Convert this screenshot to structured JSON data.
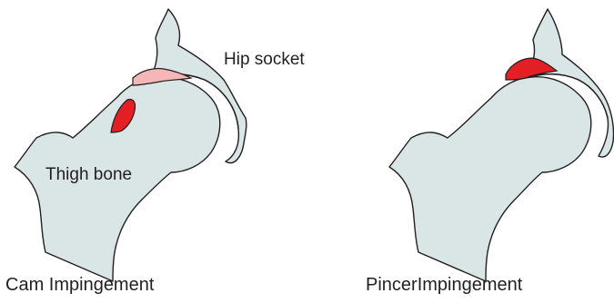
{
  "labels": {
    "hip_socket": "Hip socket",
    "thigh_bone": "Thigh bone"
  },
  "captions": {
    "cam": "Cam Impingement",
    "pincer": "PincerImpingement"
  },
  "colors": {
    "bone": "#d9e6e5",
    "outline": "#231f20",
    "cam_cartilage": "#f4b6b6",
    "cam_bump": "#e31e24",
    "pincer_overgrowth": "#e31e24"
  }
}
